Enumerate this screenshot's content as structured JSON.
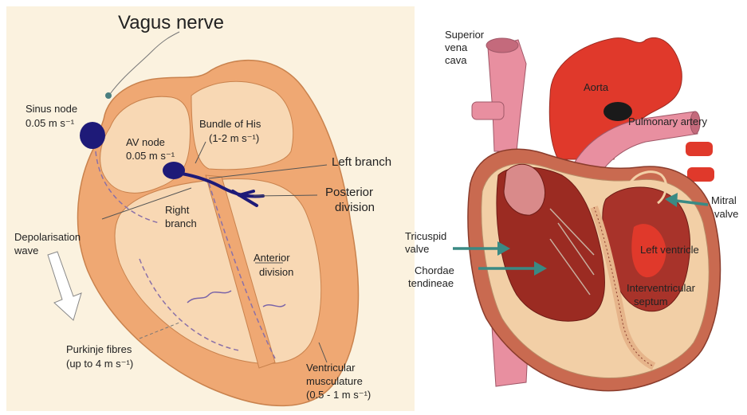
{
  "left_diagram": {
    "title": "Vagus nerve",
    "labels": {
      "sinus_node": [
        "Sinus node",
        "0.05 m s⁻¹"
      ],
      "av_node": [
        "AV node",
        "0.05 m s⁻¹"
      ],
      "bundle_of_his": [
        "Bundle of His",
        "(1-2 m s⁻¹)"
      ],
      "left_branch": [
        "Left branch"
      ],
      "posterior_division": [
        "Posterior",
        "division"
      ],
      "right_branch": [
        "Right",
        "branch"
      ],
      "anterior_division": [
        "Anterior",
        "division"
      ],
      "depolarisation_wave": [
        "Depolarisation",
        "wave"
      ],
      "purkinje_fibres": [
        "Purkinje fibres",
        "(up to 4 m s⁻¹)"
      ],
      "ventricular_musculature": [
        "Ventricular",
        "musculature",
        "(0.5 - 1 m s⁻¹)"
      ]
    }
  },
  "right_diagram": {
    "labels": {
      "superior_vena_cava": [
        "Superior",
        "vena",
        "cava"
      ],
      "aorta": [
        "Aorta"
      ],
      "pulmonary_artery": [
        "Pulmonary artery"
      ],
      "mitral_valve": [
        "Mitral",
        "valve"
      ],
      "tricuspid_valve": [
        "Tricuspid",
        "valve"
      ],
      "chordae_tendineae": [
        "Chordae",
        "tendineae"
      ],
      "left_ventricle": [
        "Left ventricle"
      ],
      "interventricular_septum": [
        "Interventricular",
        "septum"
      ]
    }
  },
  "colors": {
    "background_left": "#fbf2df",
    "heart_outer": "#efa873",
    "heart_inner": "#f8d8b4",
    "node": "#1e1a78",
    "vessel_pink": "#e88fa0",
    "aorta_red": "#e0392b",
    "muscle_dark": "#9b2b22",
    "arrow_teal": "#3a8a84"
  }
}
